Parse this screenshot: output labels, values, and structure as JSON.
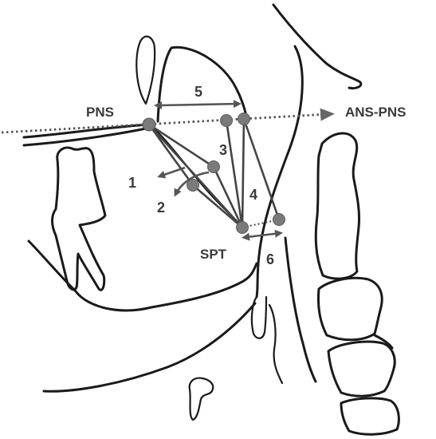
{
  "labels": {
    "pns": "PNS",
    "ans_pns": "ANS-PNS",
    "spt": "SPT",
    "n1": "1",
    "n2": "2",
    "n3": "3",
    "n4": "4",
    "n5": "5",
    "n6": "6"
  },
  "colors": {
    "outline": "#1a1a1a",
    "measurement": "#444444",
    "landmark": "#7a7a7a",
    "label": "#3a3a3a"
  }
}
